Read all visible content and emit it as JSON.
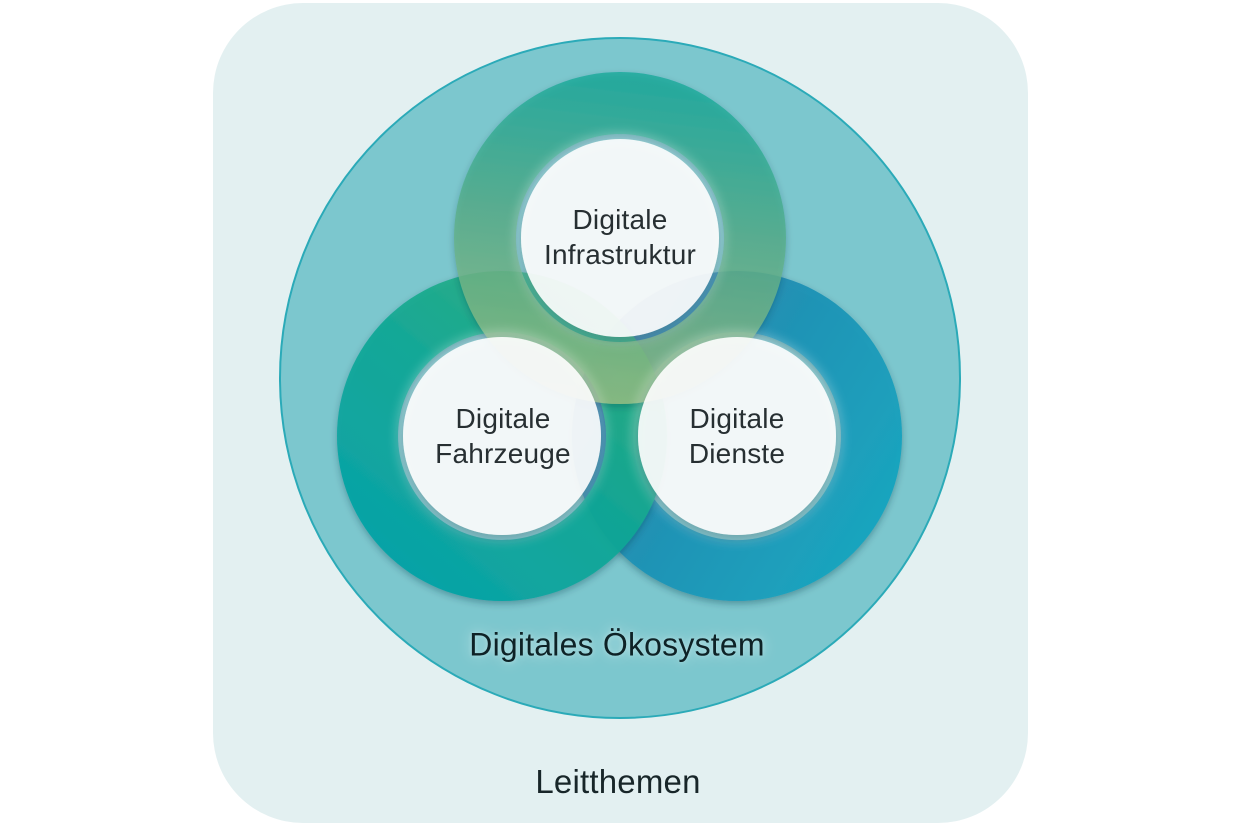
{
  "diagram": {
    "type": "nested-ring-diagram",
    "outer_frame_label": "Leitthemen",
    "ecosystem_label": "Digitales Ökosystem",
    "nodes": [
      {
        "id": "digitale-infrastruktur",
        "label": "Digitale\nInfrastruktur"
      },
      {
        "id": "digitale-fahrzeuge",
        "label": "Digitale\nFahrzeuge"
      },
      {
        "id": "digitale-dienste",
        "label": "Digitale\nDienste"
      }
    ]
  },
  "colors": {
    "frame_bg": "#e3f0f1",
    "ecosystem_fill": "#7cc7ce",
    "ecosystem_stroke": "#2baab8",
    "ring_top_start": "#15a899",
    "ring_top_mid": "#56ad89",
    "ring_top_end": "#9cc083",
    "ring_left_start": "#2db077",
    "ring_left_mid": "#12a894",
    "ring_left_end": "#00a1a9",
    "ring_right_start": "#2f77a9",
    "ring_right_mid": "#2090b4",
    "ring_right_end": "#17a7c0",
    "node_fill": "#ffffff",
    "text_dark": "#24292b"
  }
}
